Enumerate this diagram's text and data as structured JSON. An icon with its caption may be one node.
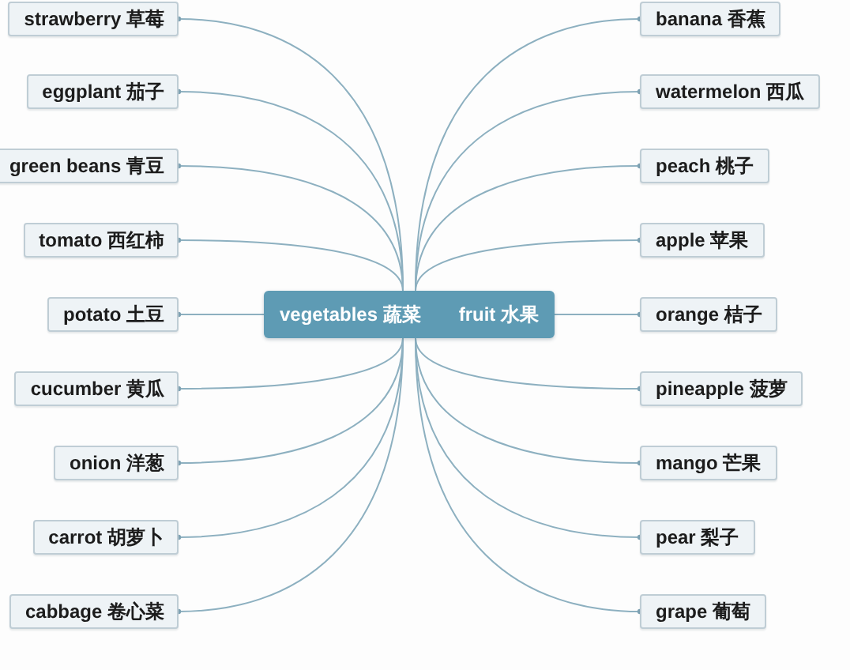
{
  "diagram": {
    "nodes": [
      {
        "text": [
          "vegetables 蔬菜",
          "fruit 水果"
        ]
      },
      {
        "text": [
          "strawberry 草莓"
        ]
      },
      {
        "text": [
          "eggplant 茄子"
        ]
      },
      {
        "text": [
          "green beans 青豆"
        ]
      },
      {
        "text": [
          "tomato 西红柿"
        ]
      },
      {
        "text": [
          "potato 土豆"
        ]
      },
      {
        "text": [
          "cucumber 黄瓜"
        ]
      },
      {
        "text": [
          "onion 洋葱"
        ]
      },
      {
        "text": [
          "carrot 胡萝卜"
        ]
      },
      {
        "text": [
          "cabbage 卷心菜"
        ]
      },
      {
        "text": [
          "banana 香蕉"
        ]
      },
      {
        "text": [
          "watermelon 西瓜"
        ]
      },
      {
        "text": [
          "peach 桃子"
        ]
      },
      {
        "text": [
          "apple 苹果"
        ]
      },
      {
        "text": [
          "orange 桔子"
        ]
      },
      {
        "text": [
          "pineapple 菠萝"
        ]
      },
      {
        "text": [
          "mango 芒果"
        ]
      },
      {
        "text": [
          "pear 梨子"
        ]
      },
      {
        "text": [
          "grape 葡萄"
        ]
      }
    ],
    "edges": [
      {
        "from": 0,
        "to": 1,
        "arrow": "other"
      },
      {
        "from": 0,
        "to": 2,
        "arrow": "other"
      },
      {
        "from": 0,
        "to": 3,
        "arrow": "other"
      },
      {
        "from": 0,
        "to": 4,
        "arrow": "other"
      },
      {
        "from": 0,
        "to": 5,
        "arrow": "other"
      },
      {
        "from": 0,
        "to": 6,
        "arrow": "other"
      },
      {
        "from": 0,
        "to": 7,
        "arrow": "other"
      },
      {
        "from": 0,
        "to": 8,
        "arrow": "other"
      },
      {
        "from": 0,
        "to": 9,
        "arrow": "other"
      },
      {
        "from": 0,
        "to": 10,
        "arrow": "other"
      },
      {
        "from": 0,
        "to": 11,
        "arrow": "other"
      },
      {
        "from": 0,
        "to": 12,
        "arrow": "other"
      },
      {
        "from": 0,
        "to": 13,
        "arrow": "other"
      },
      {
        "from": 0,
        "to": 14,
        "arrow": "other"
      },
      {
        "from": 0,
        "to": 15,
        "arrow": "other"
      },
      {
        "from": 0,
        "to": 16,
        "arrow": "other"
      },
      {
        "from": 0,
        "to": 17,
        "arrow": "other"
      },
      {
        "from": 0,
        "to": 18,
        "arrow": "other"
      }
    ]
  }
}
